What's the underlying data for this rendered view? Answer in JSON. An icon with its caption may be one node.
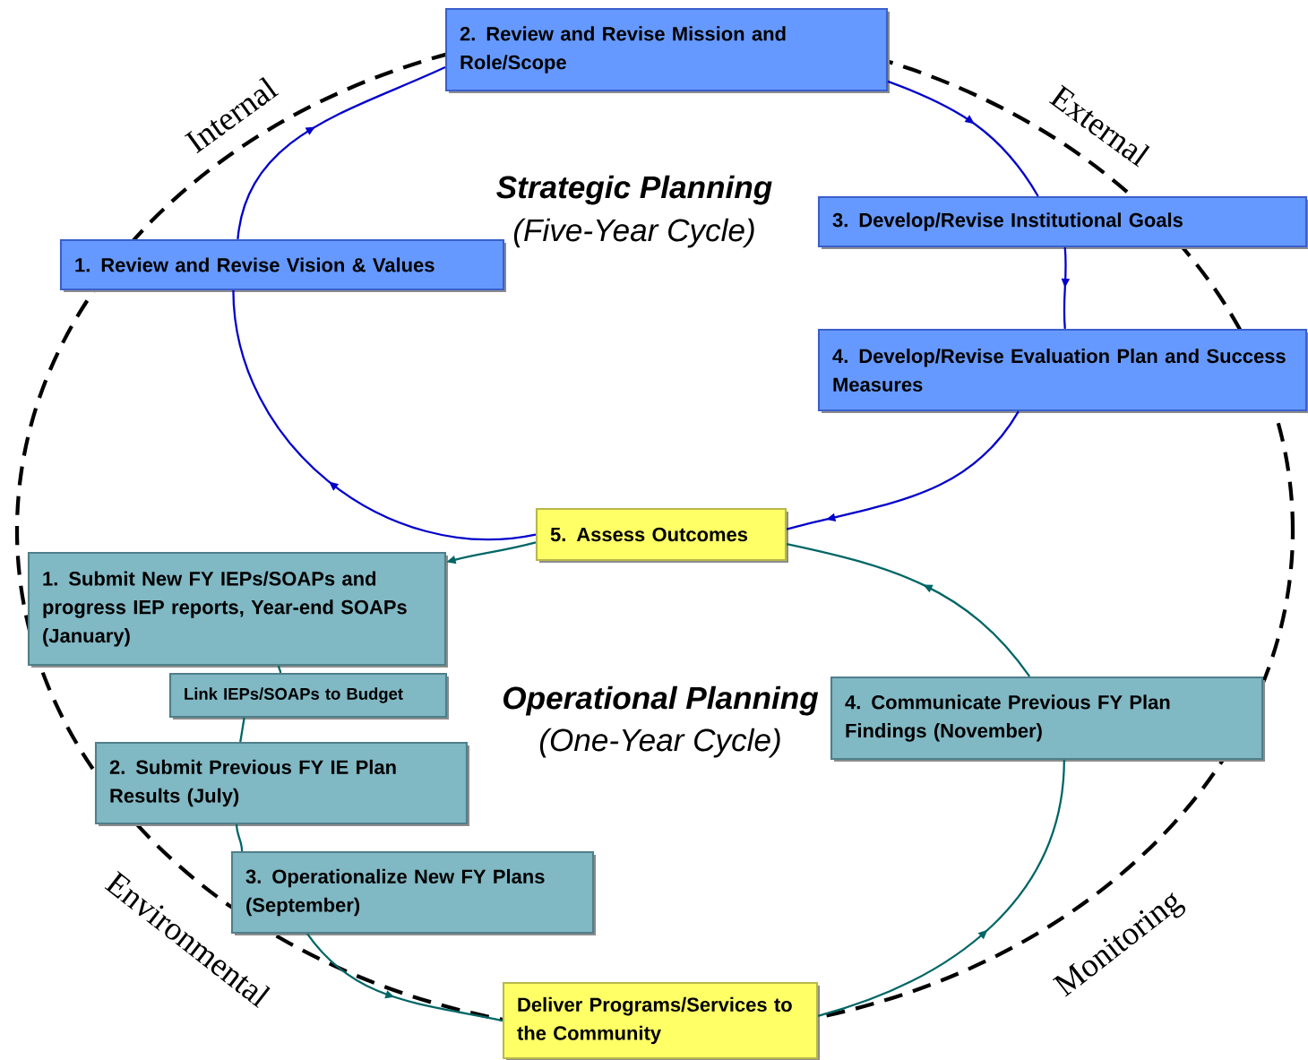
{
  "diagram": {
    "nodes": [
      {
        "text": [
          "1. Review and Revise Vision & Values"
        ]
      },
      {
        "text": [
          "2. Review and Revise Mission and Role/Scope"
        ]
      },
      {
        "text": [
          "3. Develop/Revise Institutional Goals"
        ]
      },
      {
        "text": [
          "4. Develop/Revise Evaluation Plan and Success Measures"
        ]
      },
      {
        "text": [
          "5. Assess Outcomes"
        ]
      },
      {
        "text": [
          "1. Submit New FY IEPs/SOAPs and progress IEP reports, Year-end SOAPs (January)"
        ]
      },
      {
        "text": [
          "Link IEPs/SOAPs to Budget"
        ]
      },
      {
        "text": [
          "2. Submit Previous FY IE Plan Results (July)"
        ]
      },
      {
        "text": [
          "3. Operationalize New FY Plans (September)"
        ]
      },
      {
        "text": [
          "Deliver Programs/Services to the Community"
        ]
      },
      {
        "text": [
          "4. Communicate Previous FY Plan Findings (November)"
        ]
      }
    ],
    "edges": [
      {
        "from": 4,
        "to": 0,
        "arrow": "to",
        "color": "#0000cc"
      },
      {
        "from": 0,
        "to": 1,
        "arrow": "to",
        "color": "#0000cc"
      },
      {
        "from": 1,
        "to": 2,
        "arrow": "to",
        "color": "#0000cc"
      },
      {
        "from": 2,
        "to": 3,
        "arrow": "to",
        "color": "#0000cc"
      },
      {
        "from": 3,
        "to": 4,
        "arrow": "to",
        "color": "#0000cc"
      },
      {
        "from": 4,
        "to": 5,
        "arrow": "to"
      },
      {
        "from": 5,
        "to": 6,
        "arrow": "none"
      },
      {
        "from": 6,
        "to": 7,
        "arrow": "none"
      },
      {
        "from": 7,
        "to": 8,
        "arrow": "none"
      },
      {
        "from": 8,
        "to": 9,
        "arrow": "to"
      },
      {
        "from": 9,
        "to": 10,
        "arrow": "to"
      },
      {
        "from": 10,
        "to": 4,
        "arrow": "to"
      }
    ],
    "labels": [
      "Internal",
      "External",
      "Strategic Planning",
      "(Five-Year Cycle)",
      "Operational Planning",
      "(One-Year Cycle)",
      "Environmental",
      "Monitoring"
    ]
  }
}
